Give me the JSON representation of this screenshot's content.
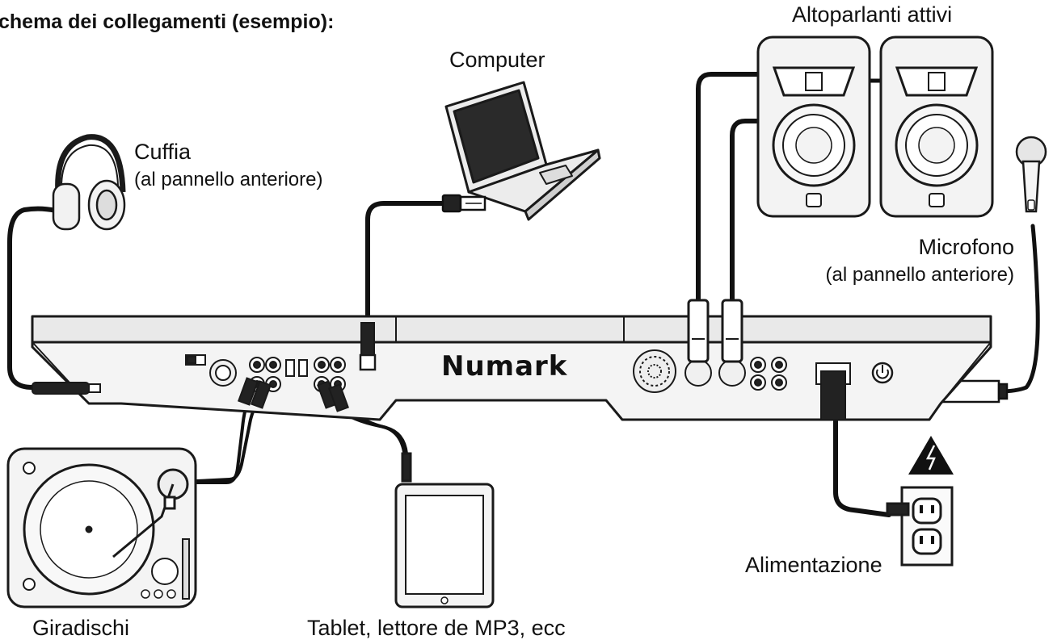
{
  "title": "chema dei collegamenti (esempio):",
  "labels": {
    "computer": "Computer",
    "speakers": "Altoparlanti attivi",
    "headphones": "Cuffia",
    "headphones_note": "(al pannello anteriore)",
    "microphone": "Microfono",
    "microphone_note": "(al pannello anteriore)",
    "power": "Alimentazione",
    "turntable": "Giradischi",
    "tablet": "Tablet, lettore de MP3, ecc"
  },
  "brand": "Numark",
  "colors": {
    "line": "#1a1a1a",
    "panel": "#e9e9e9",
    "device": "#f2f2f2",
    "cable": "#111111"
  }
}
